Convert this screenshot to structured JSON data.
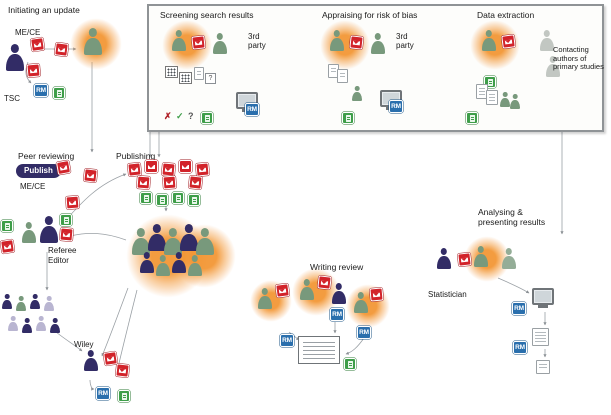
{
  "icon_labels": {
    "rm": "RM"
  },
  "marks": {
    "cross": "✗",
    "check": "✓",
    "question": "?"
  },
  "initiating": {
    "title": "Initiating an update",
    "mece": "ME/CE",
    "tsc": "TSC"
  },
  "screening": {
    "title": "Screening search results",
    "third_party": "3rd party"
  },
  "appraising": {
    "title": "Appraising for risk of bias",
    "third_party": "3rd party"
  },
  "extraction": {
    "title": "Data extraction",
    "contacting": "Contacting authors of primary studies"
  },
  "analysing": {
    "title": "Analysing & presenting results",
    "statistician": "Statistician"
  },
  "peer": {
    "title": "Peer reviewing",
    "publish": "Publish",
    "mece": "ME/CE",
    "referee": "Referee",
    "editor": "Editor",
    "wiley": "Wiley"
  },
  "publishing": {
    "title": "Publishing"
  },
  "writing": {
    "title": "Writing review"
  },
  "colors": {
    "glow": "#f29430",
    "mail": "#d2232a",
    "revman": "#2a6fad",
    "green_icon": "#3e9e49",
    "navy_person": "#322c66",
    "green_person": "#78997c"
  }
}
